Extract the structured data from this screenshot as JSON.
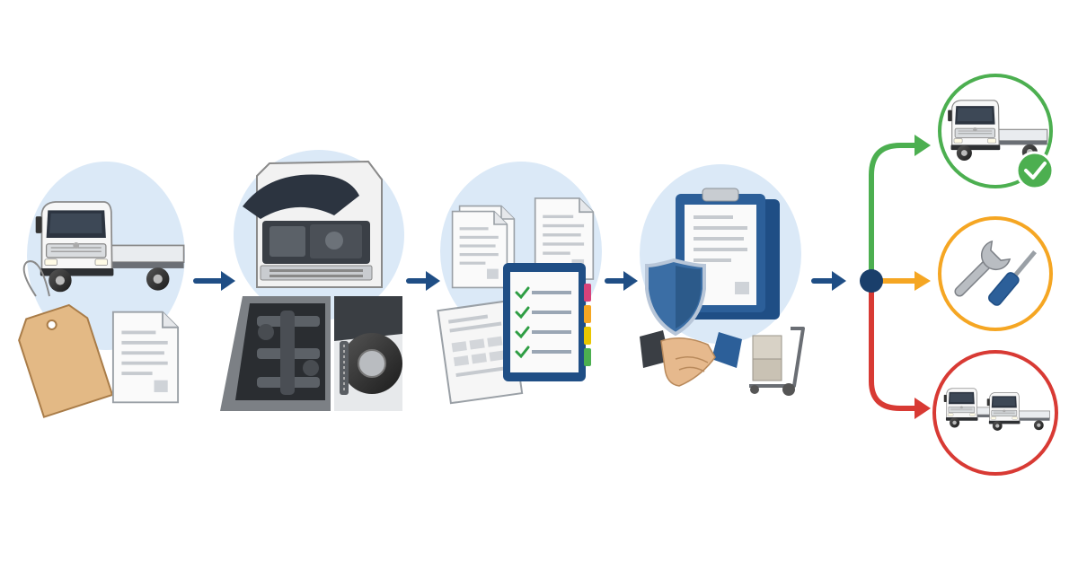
{
  "diagram": {
    "description_free": true,
    "steps": [
      {
        "id": "listing",
        "icons": [
          "truck-icon",
          "price-tag-icon",
          "document-icon"
        ]
      },
      {
        "id": "inspection",
        "icons": [
          "open-hood-truck-icon",
          "undercarriage-pit-icon",
          "wheel-suspension-icon"
        ]
      },
      {
        "id": "paperwork",
        "icons": [
          "document-stack-icon",
          "checklist-tablet-icon",
          "form-icon"
        ]
      },
      {
        "id": "agreement",
        "icons": [
          "clipboard-icon",
          "shield-icon",
          "handshake-icon",
          "hand-truck-icon"
        ]
      }
    ],
    "outcomes": [
      {
        "id": "approved",
        "color": "#4caf50",
        "icons": [
          "truck-icon",
          "checkmark-icon"
        ]
      },
      {
        "id": "repair",
        "color": "#f5a623",
        "icons": [
          "wrench-icon",
          "screwdriver-icon"
        ]
      },
      {
        "id": "replace",
        "color": "#d83a34",
        "icons": [
          "two-trucks-icon"
        ]
      }
    ],
    "colors": {
      "arrow": "#1f4e85",
      "node": "#1a3f6b",
      "halo": "#dbe9f7",
      "tag": "#e3b985",
      "shield": "#3b6ea5"
    }
  }
}
